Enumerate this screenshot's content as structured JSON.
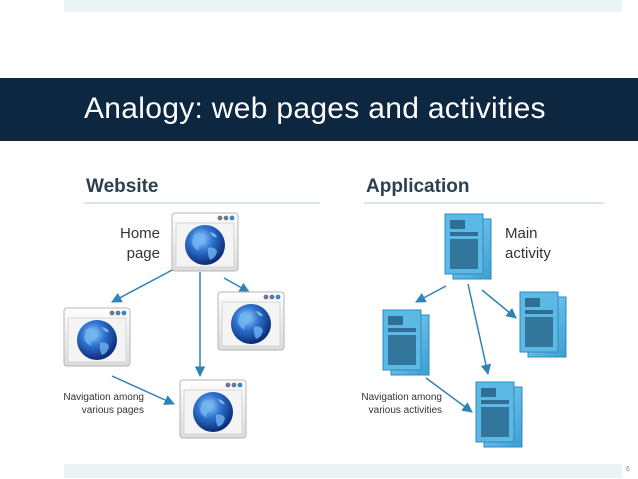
{
  "slide": {
    "title": "Analogy: web pages and activities",
    "page_number": "6"
  },
  "website": {
    "heading": "Website",
    "home_label": [
      "Home",
      "page"
    ],
    "navigation_note": [
      "Navigation among",
      "various pages"
    ],
    "icon": "browser-globe-icon"
  },
  "application": {
    "heading": "Application",
    "main_label": [
      "Main",
      "activity"
    ],
    "navigation_note": [
      "Navigation among",
      "various activities"
    ],
    "icon": "activity-screen-icon"
  },
  "colors": {
    "banner": "#0d2740",
    "arrow": "#2e83b8",
    "screen": "#3ea0d4"
  }
}
